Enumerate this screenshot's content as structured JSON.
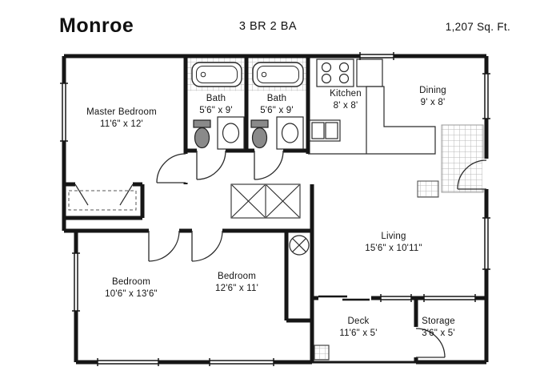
{
  "header": {
    "title": "Monroe",
    "specs": "3 BR 2 BA",
    "area": "1,207 Sq. Ft."
  },
  "rooms": [
    {
      "name": "Master Bedroom",
      "dims": "11'6\" x 12'"
    },
    {
      "name": "Bath",
      "dims": "5'6\" x 9'"
    },
    {
      "name": "Bath",
      "dims": "5'6\" x 9'"
    },
    {
      "name": "Kitchen",
      "dims": "8' x 8'"
    },
    {
      "name": "Dining",
      "dims": "9' x 8'"
    },
    {
      "name": "Living",
      "dims": "15'6\" x 10'11\""
    },
    {
      "name": "Bedroom",
      "dims": "10'6\" x 13'6\""
    },
    {
      "name": "Bedroom",
      "dims": "12'6\" x 11'"
    },
    {
      "name": "Deck",
      "dims": "11'6\" x 5'"
    },
    {
      "name": "Storage",
      "dims": "3'6\" x 5'"
    }
  ],
  "colors": {
    "wall": "#161616",
    "fixture": "#2a2a2a",
    "tile": "#b8b8b8",
    "text": "#141414",
    "background": "#ffffff"
  }
}
